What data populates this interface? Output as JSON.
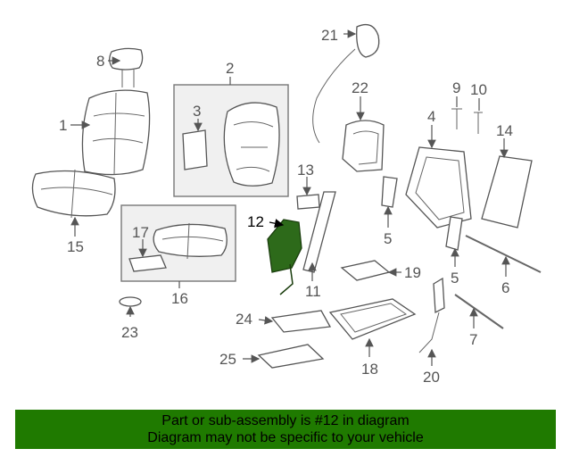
{
  "diagram": {
    "callouts": [
      "1",
      "2",
      "3",
      "4",
      "5",
      "5",
      "6",
      "7",
      "8",
      "9",
      "10",
      "11",
      "12",
      "13",
      "14",
      "15",
      "16",
      "17",
      "18",
      "19",
      "20",
      "21",
      "22",
      "23",
      "24",
      "25"
    ],
    "highlight_color": "#2d6a1a"
  },
  "footer": {
    "line1": "Part or sub-assembly is #12 in diagram",
    "line2": "Diagram may not be specific to your vehicle",
    "background": "#1f7a00"
  }
}
